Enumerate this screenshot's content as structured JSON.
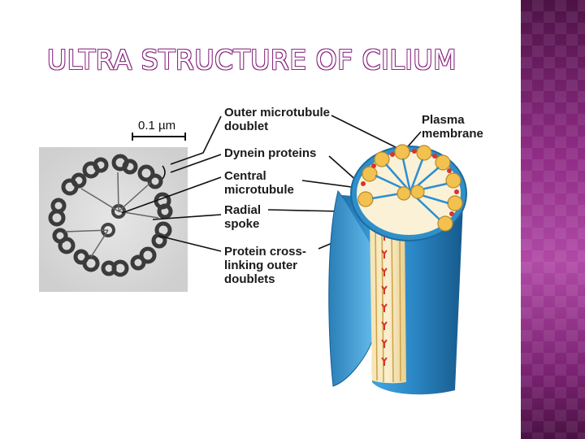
{
  "title": "ULTRA STRUCTURE OF CILIUM",
  "scale_bar": "0.1 µm",
  "labels": {
    "outer_doublet_1": "Outer microtubule",
    "outer_doublet_2": "doublet",
    "dynein": "Dynein proteins",
    "central_1": "Central",
    "central_2": "microtubule",
    "radial_1": "Radial",
    "radial_2": "spoke",
    "cross_1": "Protein cross-",
    "cross_2": "linking outer",
    "cross_3": "doublets",
    "plasma_1": "Plasma",
    "plasma_2": "membrane"
  },
  "colors": {
    "accent": "#8a2a80",
    "membrane": "#2f8fc9",
    "doublet": "#f2c14e",
    "dynein": "#d9342b"
  }
}
